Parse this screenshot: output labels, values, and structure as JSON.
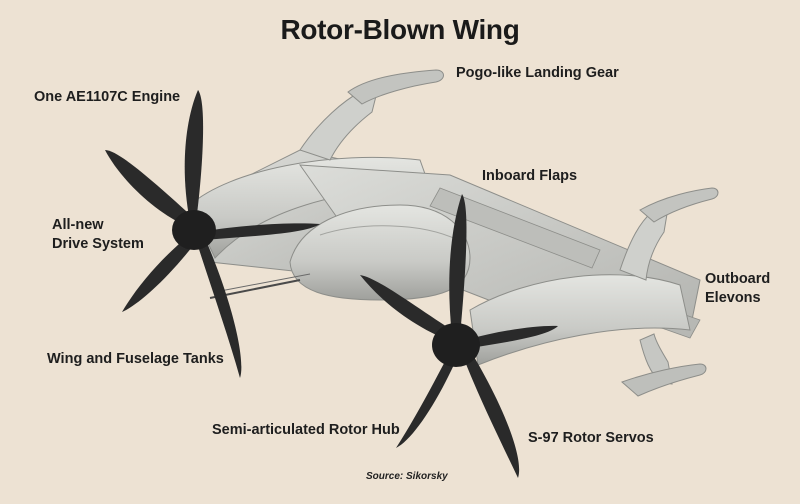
{
  "title": "Rotor-Blown Wing",
  "labels": {
    "engine": "One AE1107C Engine",
    "landing_gear": "Pogo-like Landing Gear",
    "inboard_flaps": "Inboard Flaps",
    "drive_system_line1": "All-new",
    "drive_system_line2": "Drive System",
    "outboard_elevons_line1": "Outboard",
    "outboard_elevons_line2": "Elevons",
    "tanks": "Wing and Fuselage Tanks",
    "rotor_hub": "Semi-articulated Rotor Hub",
    "rotor_servos": "S-97 Rotor Servos"
  },
  "source": "Source: Sikorsky",
  "colors": {
    "background": "#ede2d3",
    "airframe": "#cfd0cc",
    "airframe_shade": "#a9aaa6",
    "blade": "#2a2a2a",
    "text": "#1e1e1e"
  }
}
